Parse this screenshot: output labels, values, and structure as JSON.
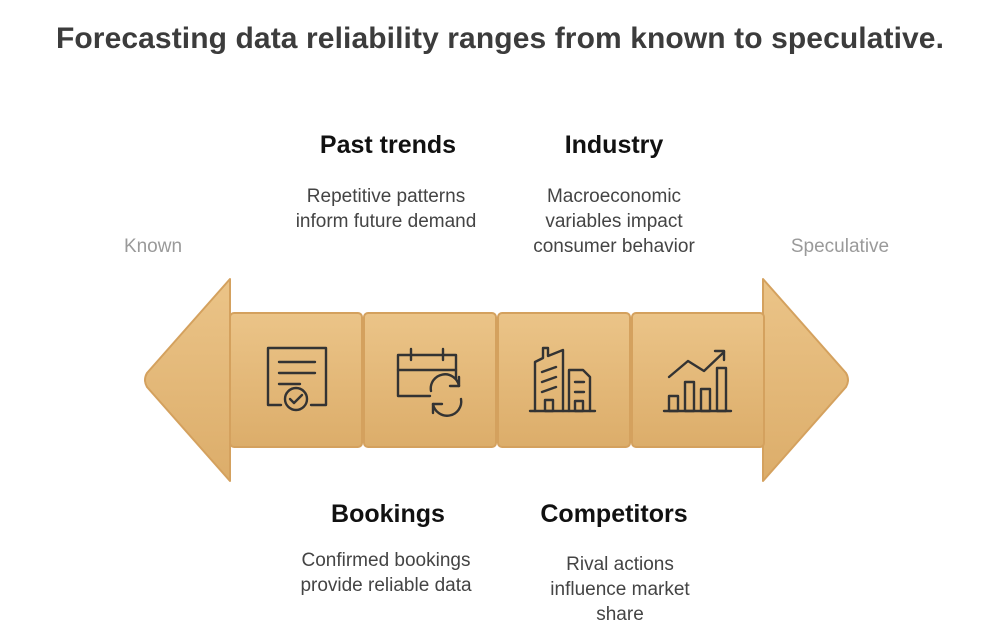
{
  "title": "Forecasting data reliability ranges from known to speculative.",
  "ends": {
    "left": "Known",
    "right": "Speculative"
  },
  "items": [
    {
      "heading": "Past trends",
      "description": "Repetitive patterns inform future demand",
      "icon": "calendar-refresh-icon",
      "position": "top"
    },
    {
      "heading": "Industry",
      "description": "Macroeconomic variables impact consumer behavior",
      "icon": "buildings-icon",
      "position": "top"
    },
    {
      "heading": "Bookings",
      "description": "Confirmed bookings provide reliable data",
      "icon": "certificate-check-icon",
      "position": "bottom"
    },
    {
      "heading": "Competitors",
      "description": "Rival actions influence market share",
      "icon": "bar-chart-trend-icon",
      "position": "bottom"
    }
  ],
  "colors": {
    "arrow": "#e8c07f",
    "arrow_dark": "#d4a15e",
    "icon": "#333333"
  }
}
